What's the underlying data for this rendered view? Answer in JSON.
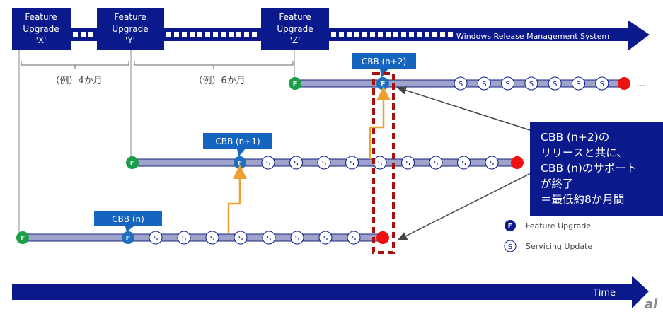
{
  "banner": {
    "system_label": "Windows Release Management System",
    "boxes": [
      {
        "line1": "Feature",
        "line2": "Upgrade",
        "line3": "'X'"
      },
      {
        "line1": "Feature",
        "line2": "Upgrade",
        "line3": "'Y'"
      },
      {
        "line1": "Feature",
        "line2": "Upgrade",
        "line3": "'Z'"
      }
    ]
  },
  "intervals": [
    {
      "label": "（例）4か月"
    },
    {
      "label": "（例）6か月"
    }
  ],
  "rows": [
    {
      "cbb_label": "CBB (n)",
      "servicing_count": 8,
      "marker_f": "F",
      "marker_s": "S",
      "continues": false
    },
    {
      "cbb_label": "CBB (n+1)",
      "servicing_count": 9,
      "marker_f": "F",
      "marker_s": "S",
      "continues": false
    },
    {
      "cbb_label": "CBB (n+2)",
      "servicing_count": 7,
      "marker_f": "F",
      "marker_s": "S",
      "continues": true,
      "ellipsis": "…"
    }
  ],
  "callout": {
    "lines": [
      "CBB (n+2)の",
      "リリースと共に、",
      "CBB (n)のサポート",
      "が終了",
      "＝最低約8か月間"
    ]
  },
  "legend": {
    "items": [
      {
        "glyph": "F",
        "label": "Feature Upgrade"
      },
      {
        "glyph": "S",
        "label": "Servicing Update"
      }
    ]
  },
  "time_axis": {
    "label": "Time"
  },
  "watermark": {
    "text": "ai"
  },
  "colors": {
    "navy": "#0a1a8c",
    "blue_marker": "#1f6fbf",
    "green_marker": "#1a9e48",
    "end_red": "#ee1111",
    "dashed_red": "#a81010",
    "orange": "#f0a030",
    "track": "#9ea3cc",
    "cbb_label_bg": "#1565c0"
  }
}
